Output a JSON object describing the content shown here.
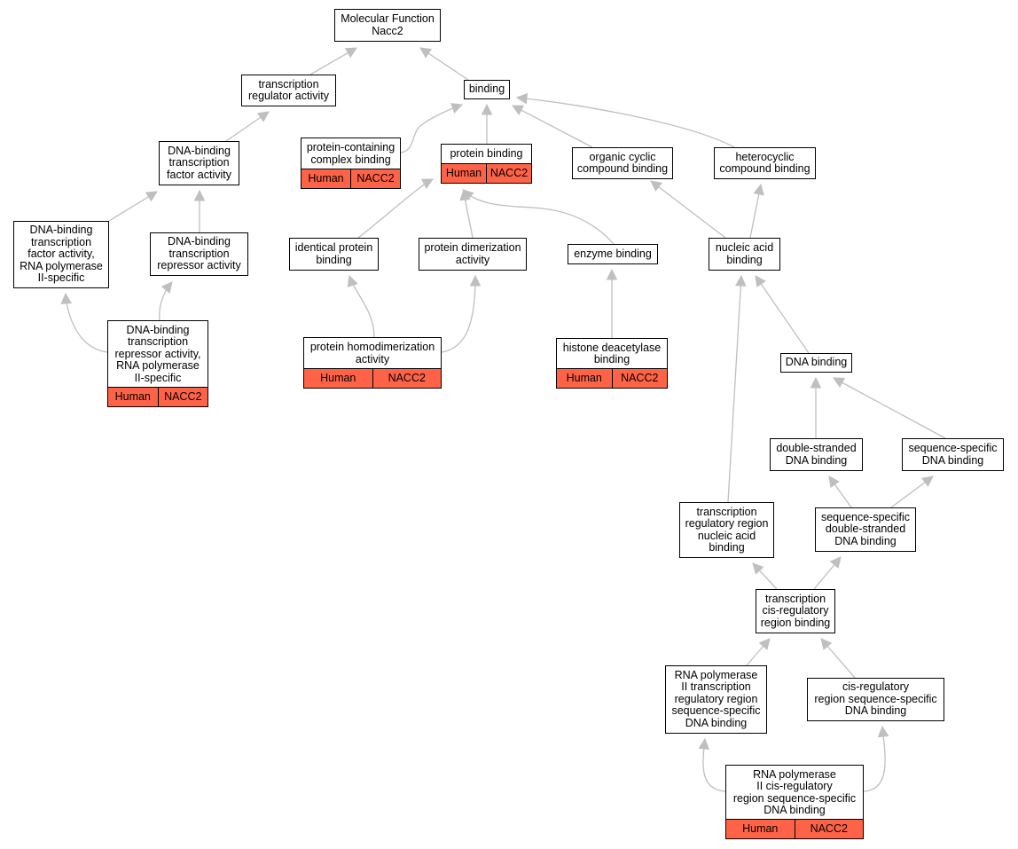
{
  "nodes": [
    {
      "id": "mf",
      "label": "Molecular Function\nNacc2"
    },
    {
      "id": "tra",
      "label": "transcription\nregulator activity"
    },
    {
      "id": "binding",
      "label": "binding"
    },
    {
      "id": "dbtfa",
      "label": "DNA-binding\ntranscription\nfactor activity"
    },
    {
      "id": "pccb",
      "label": "protein-containing\ncomplex binding",
      "annotation": [
        "Human",
        "NACC2"
      ]
    },
    {
      "id": "pb",
      "label": "protein binding",
      "annotation": [
        "Human",
        "NACC2"
      ]
    },
    {
      "id": "occb",
      "label": "organic cyclic\ncompound binding"
    },
    {
      "id": "hcb",
      "label": "heterocyclic\ncompound binding"
    },
    {
      "id": "dbtfa2",
      "label": "DNA-binding\ntranscription\nfactor activity,\nRNA polymerase\nII-specific"
    },
    {
      "id": "dbtra",
      "label": "DNA-binding\ntranscription\nrepressor activity"
    },
    {
      "id": "ipb",
      "label": "identical protein\nbinding"
    },
    {
      "id": "pda",
      "label": "protein dimerization\nactivity"
    },
    {
      "id": "eb",
      "label": "enzyme binding"
    },
    {
      "id": "nab",
      "label": "nucleic acid\nbinding"
    },
    {
      "id": "dbtra2",
      "label": "DNA-binding\ntranscription\nrepressor activity,\nRNA polymerase\nII-specific",
      "annotation": [
        "Human",
        "NACC2"
      ]
    },
    {
      "id": "phda",
      "label": "protein homodimerization\nactivity",
      "annotation": [
        "Human",
        "NACC2"
      ]
    },
    {
      "id": "hdb",
      "label": "histone deacetylase\nbinding",
      "annotation": [
        "Human",
        "NACC2"
      ]
    },
    {
      "id": "db",
      "label": "DNA binding"
    },
    {
      "id": "dsdb",
      "label": "double-stranded\nDNA binding"
    },
    {
      "id": "ssdb",
      "label": "sequence-specific\nDNA binding"
    },
    {
      "id": "trrnab",
      "label": "transcription\nregulatory region\nnucleic acid\nbinding"
    },
    {
      "id": "ssdsdb",
      "label": "sequence-specific\ndouble-stranded\nDNA binding"
    },
    {
      "id": "tcrrb",
      "label": "transcription\ncis-regulatory\nregion binding"
    },
    {
      "id": "rp2trr",
      "label": "RNA polymerase\nII transcription\nregulatory region\nsequence-specific\nDNA binding"
    },
    {
      "id": "crrss",
      "label": "cis-regulatory\nregion sequence-specific\nDNA binding"
    },
    {
      "id": "rp2crr",
      "label": "RNA polymerase\nII cis-regulatory\nregion sequence-specific\nDNA binding",
      "annotation": [
        "Human",
        "NACC2"
      ]
    }
  ],
  "edges": [
    {
      "from": "tra",
      "to": "mf"
    },
    {
      "from": "binding",
      "to": "mf"
    },
    {
      "from": "dbtfa",
      "to": "tra"
    },
    {
      "from": "pccb",
      "to": "binding"
    },
    {
      "from": "pb",
      "to": "binding"
    },
    {
      "from": "occb",
      "to": "binding"
    },
    {
      "from": "hcb",
      "to": "binding"
    },
    {
      "from": "dbtfa2",
      "to": "dbtfa"
    },
    {
      "from": "dbtra",
      "to": "dbtfa"
    },
    {
      "from": "ipb",
      "to": "pb"
    },
    {
      "from": "pda",
      "to": "pb"
    },
    {
      "from": "eb",
      "to": "pb"
    },
    {
      "from": "nab",
      "to": "occb"
    },
    {
      "from": "nab",
      "to": "hcb"
    },
    {
      "from": "dbtra2",
      "to": "dbtfa2"
    },
    {
      "from": "dbtra2",
      "to": "dbtra"
    },
    {
      "from": "phda",
      "to": "ipb"
    },
    {
      "from": "phda",
      "to": "pda"
    },
    {
      "from": "hdb",
      "to": "eb"
    },
    {
      "from": "db",
      "to": "nab"
    },
    {
      "from": "dsdb",
      "to": "db"
    },
    {
      "from": "ssdb",
      "to": "db"
    },
    {
      "from": "trrnab",
      "to": "nab"
    },
    {
      "from": "ssdsdb",
      "to": "dsdb"
    },
    {
      "from": "ssdsdb",
      "to": "ssdb"
    },
    {
      "from": "tcrrb",
      "to": "trrnab"
    },
    {
      "from": "tcrrb",
      "to": "ssdsdb"
    },
    {
      "from": "rp2trr",
      "to": "tcrrb"
    },
    {
      "from": "crrss",
      "to": "tcrrb"
    },
    {
      "from": "rp2crr",
      "to": "rp2trr"
    },
    {
      "from": "rp2crr",
      "to": "crrss"
    }
  ],
  "colors": {
    "annotation_fill": "#ff6347",
    "edge": "#bfbfbf",
    "node_border": "#000000"
  }
}
